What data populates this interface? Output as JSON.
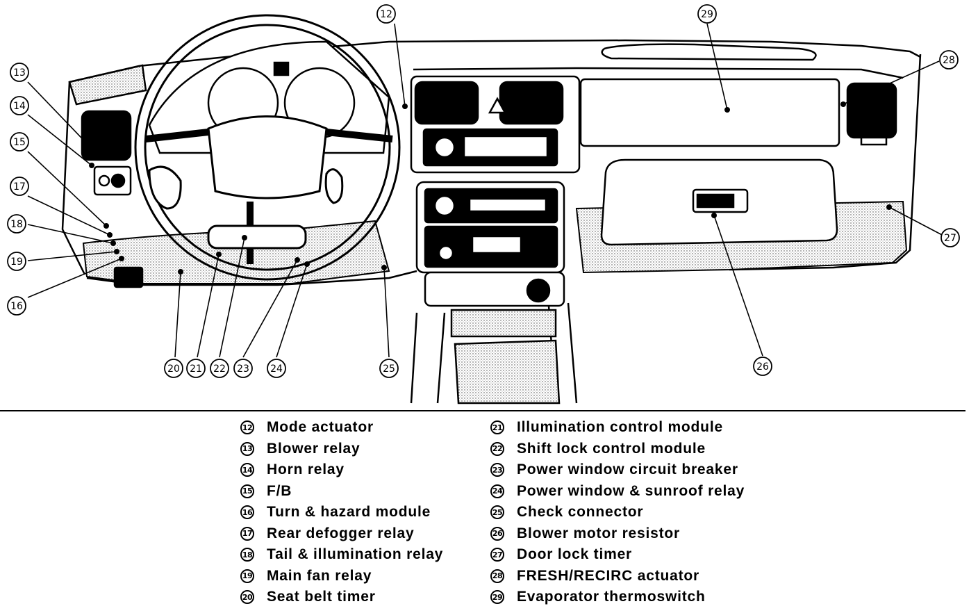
{
  "callouts": [
    {
      "id": "12",
      "num": "⑫"
    },
    {
      "id": "13",
      "num": "⑬"
    },
    {
      "id": "14",
      "num": "⑭"
    },
    {
      "id": "15",
      "num": "⑮"
    },
    {
      "id": "16",
      "num": "⑯"
    },
    {
      "id": "17",
      "num": "⑰"
    },
    {
      "id": "18",
      "num": "⑱"
    },
    {
      "id": "19",
      "num": "⑲"
    },
    {
      "id": "20",
      "num": "⑳"
    },
    {
      "id": "21",
      "num": "㉑"
    },
    {
      "id": "22",
      "num": "㉒"
    },
    {
      "id": "23",
      "num": "㉓"
    },
    {
      "id": "24",
      "num": "㉔"
    },
    {
      "id": "25",
      "num": "㉕"
    },
    {
      "id": "26",
      "num": "㉖"
    },
    {
      "id": "27",
      "num": "㉗"
    },
    {
      "id": "28",
      "num": "㉘"
    },
    {
      "id": "29",
      "num": "㉙"
    }
  ],
  "legend": {
    "left": [
      {
        "num": "12",
        "label": "Mode actuator"
      },
      {
        "num": "13",
        "label": "Blower relay"
      },
      {
        "num": "14",
        "label": "Horn relay"
      },
      {
        "num": "15",
        "label": "F/B"
      },
      {
        "num": "16",
        "label": "Turn & hazard module"
      },
      {
        "num": "17",
        "label": "Rear defogger relay"
      },
      {
        "num": "18",
        "label": "Tail & illumination relay"
      },
      {
        "num": "19",
        "label": "Main fan relay"
      },
      {
        "num": "20",
        "label": "Seat belt timer"
      }
    ],
    "right": [
      {
        "num": "21",
        "label": "Illumination control module"
      },
      {
        "num": "22",
        "label": "Shift lock control module"
      },
      {
        "num": "23",
        "label": "Power window circuit breaker"
      },
      {
        "num": "24",
        "label": "Power window & sunroof relay"
      },
      {
        "num": "25",
        "label": "Check connector"
      },
      {
        "num": "26",
        "label": "Blower motor resistor"
      },
      {
        "num": "27",
        "label": "Door lock timer"
      },
      {
        "num": "28",
        "label": "FRESH/RECIRC actuator"
      },
      {
        "num": "29",
        "label": "Evaporator thermoswitch"
      }
    ]
  }
}
